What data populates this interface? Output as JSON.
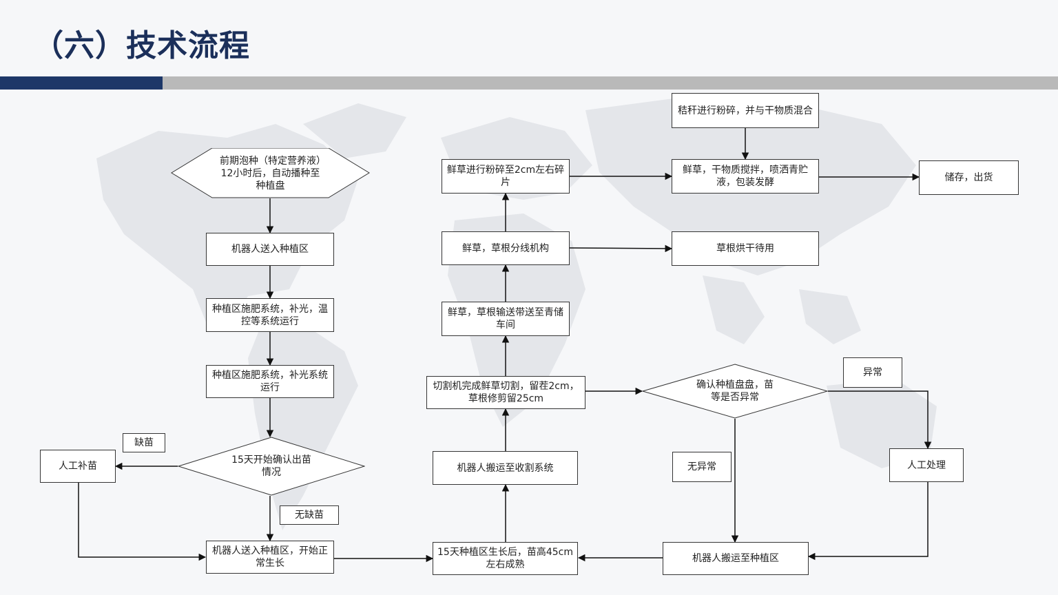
{
  "page": {
    "title": "（六）技术流程"
  },
  "nodes": {
    "presoak": "前期泡种（特定营养液）12小时后，自动播种至种植盘",
    "robot_to_planting": "机器人送入种植区",
    "fertilize_light_temp": "种植区施肥系统，补光，温控等系统运行",
    "fertilize_light": "种植区施肥系统，补光系统运行",
    "check_15days": "15天开始确认出苗情况",
    "lack_label": "缺苗",
    "manual_fill": "人工补苗",
    "no_lack_label": "无缺苗",
    "robot_normal_growth": "机器人送入种植区，开始正常生长",
    "grow_15days": "15天种植区生长后，苗高45cm左右成熟",
    "robot_to_harvest": "机器人搬运至收割系统",
    "cutter": "切割机完成鲜草切割，留茬2cm，草根修剪留25cm",
    "conveyor": "鲜草，草根输送带送至青储车间",
    "separator": "鲜草，草根分线机构",
    "crush_2cm": "鲜草进行粉碎至2cm左右碎片",
    "straw_crush": "秸秆进行粉碎，并与干物质混合",
    "mix_ferment": "鲜草，干物质搅拌，喷洒青贮液，包装发酵",
    "store_ship": "储存，出货",
    "root_dry": "草根烘干待用",
    "confirm_tray": "确认种植盘盘，苗等是否异常",
    "abnormal_label": "异常",
    "manual_handle": "人工处理",
    "normal_label": "无异常",
    "robot_to_planting2": "机器人搬运至种植区"
  }
}
